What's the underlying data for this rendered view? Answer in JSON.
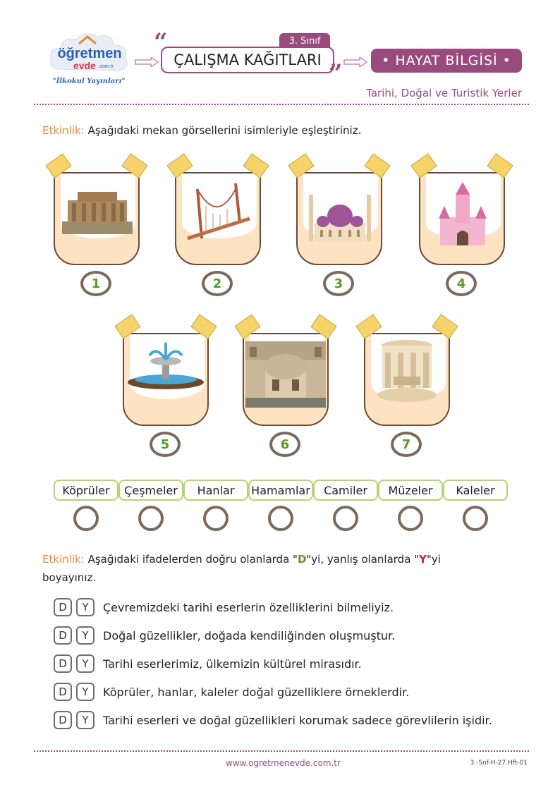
{
  "header": {
    "logo_text_1": "öğretmen",
    "logo_text_2": "evde",
    "logo_domain": ".com.tr",
    "logo_tagline": "\"İlkokul Yayınları\"",
    "grade": "3. Sınıf",
    "title": "ÇALIŞMA KAĞITLARI",
    "subject": "• HAYAT BİLGİSİ •",
    "topic": "Tarihi, Doğal ve Turistik Yerler"
  },
  "activity1": {
    "label": "Etkinlik:",
    "text": "Aşağıdaki mekan görsellerini isimleriyle eşleştiriniz.",
    "cards": [
      {
        "num": "1",
        "image": "museum-icon"
      },
      {
        "num": "2",
        "image": "bridge-icon"
      },
      {
        "num": "3",
        "image": "mosque-icon"
      },
      {
        "num": "4",
        "image": "castle-icon"
      },
      {
        "num": "5",
        "image": "fountain-icon"
      },
      {
        "num": "6",
        "image": "inn-icon"
      },
      {
        "num": "7",
        "image": "bathhouse-icon"
      }
    ],
    "names": [
      "Köprüler",
      "Çeşmeler",
      "Hanlar",
      "Hamamlar",
      "Camiler",
      "Müzeler",
      "Kaleler"
    ]
  },
  "activity2": {
    "label": "Etkinlik:",
    "text_a": "Aşağıdaki ifadelerden doğru olanlarda \"",
    "d": "D",
    "text_b": "\"yi, yanlış olanlarda \"",
    "y": "Y",
    "text_c": "\"yi",
    "text_d": "boyayınız.",
    "option_d": "D",
    "option_y": "Y",
    "statements": [
      "Çevremizdeki tarihi eserlerin özelliklerini bilmeliyiz.",
      "Doğal güzellikler, doğada kendiliğinden oluşmuştur.",
      "Tarihi eserlerimiz, ülkemizin kültürel mirasıdır.",
      "Köprüler, hanlar, kaleler doğal güzelliklere örneklerdir.",
      "Tarihi eserleri ve doğal güzellikleri korumak sadece görevlilerin işidir."
    ]
  },
  "footer": {
    "url": "www.ogretmenevde.com.tr",
    "code": "3.-Snf-H-27.Hft-01"
  },
  "colors": {
    "accent": "#9a4b7e",
    "label": "#e98a32",
    "number": "#5a9a2a",
    "tag_border": "#b6d46b"
  }
}
